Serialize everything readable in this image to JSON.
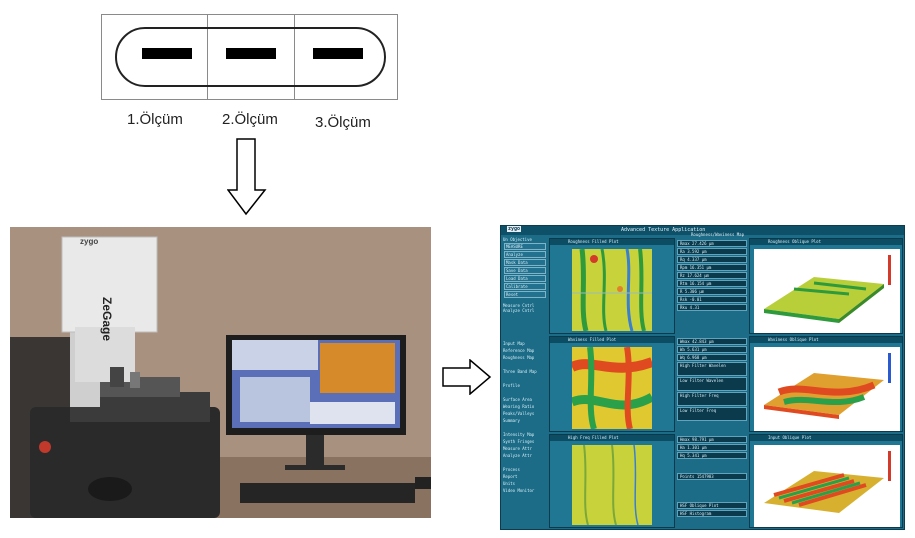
{
  "measurements": {
    "labels": [
      "1.Ölçüm",
      "2.Ölçüm",
      "3.Ölçüm"
    ]
  },
  "instrument": {
    "brand": "zygo",
    "model": "ZeGage"
  },
  "software": {
    "logo": "zygo",
    "app_title": "Advanced Texture Application",
    "map_title": "Roughness/Waviness Map",
    "menu_top": [
      "Un Objective",
      "MEASURE",
      "Analyze",
      "Mask Data",
      "Save Data",
      "Load Data",
      "Calibrate",
      "Reset",
      "Measure Cntrl",
      "Analyze Cntrl"
    ],
    "menu_bottom": [
      "Input Map",
      "Reference Map",
      "Roughness Map",
      "Three Band Map",
      "Profile",
      "Surface Area",
      "Wearing Ratio",
      "Peaks/Valleys",
      "Summary",
      "Intensity Map",
      "Synth Fringes",
      "Measure Attr",
      "Analyze Attr",
      "Process",
      "Report",
      "Units",
      "Video Monitor"
    ],
    "panels": {
      "row1_left": "Roughness Filled Plot",
      "row1_right": "Roughness Oblique Plot",
      "row2_left": "Waviness Filled Plot",
      "row2_right": "Waviness Oblique Plot",
      "row3_left": "High Freq Filled Plot",
      "row3_right": "Input Oblique Plot"
    },
    "values_row1": [
      "Rmax 27.426 μm",
      "Ra 3.592 μm",
      "Rq 4.337 μm",
      "Rpm 16.351 μm",
      "Rz 17.624 μm",
      "Rtm 16.154 μm",
      "R 5.306 μm",
      "Rsk -0.01",
      "Rku 4.31"
    ],
    "values_row2": [
      "Wmax 42.843 μm",
      "Wa 5.631 μm",
      "Wq 6.968 μm",
      "High Filter Wavelen",
      "Low Filter Wavelen",
      "High Filter Freq",
      "Low Filter Freq"
    ],
    "values_row3": [
      "Hmax 98.791 μm",
      "Ha 1.301 μm",
      "Hq 5.341 μm",
      "Points 1547983",
      "HSF Oblique Plot",
      "HSF Histogram"
    ]
  }
}
